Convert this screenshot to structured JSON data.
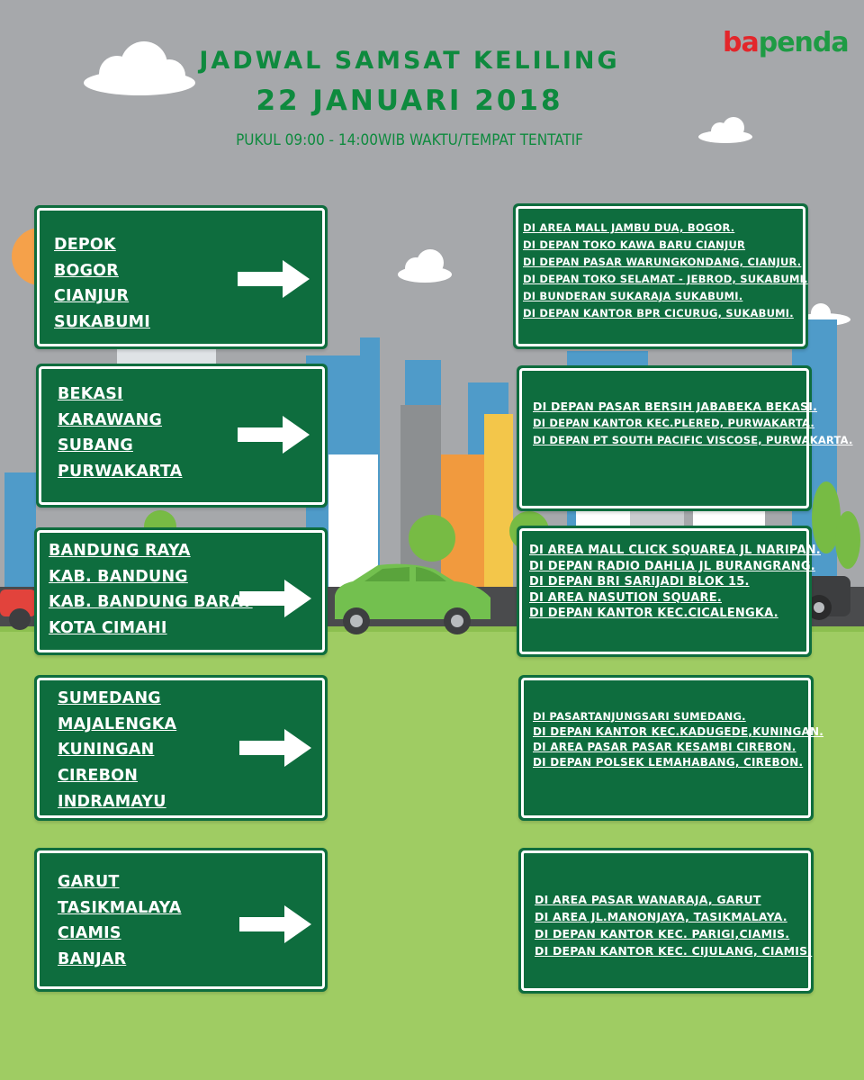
{
  "header": {
    "title_line_1": "JADWAL SAMSAT KELILING",
    "title_line_2": "22 JANUARI 2018",
    "subtitle": "PUKUL 09:00 - 14:00WIB WAKTU/TEMPAT TENTATIF"
  },
  "logo": {
    "part_red": "ba",
    "part_green": "penda"
  },
  "colors": {
    "sign_green": "#0e6d3e",
    "title_green": "#0e8a3e",
    "sky_gray": "#a6a8ab",
    "grass_green": "#9fcc63",
    "logo_red": "#e3262b"
  },
  "groups": [
    {
      "regions": [
        "DEPOK",
        "BOGOR",
        "CIANJUR",
        "SUKABUMI"
      ],
      "locations": [
        "DI AREA MALL JAMBU DUA, BOGOR.",
        "DI DEPAN TOKO KAWA BARU CIANJUR",
        "DI DEPAN PASAR WARUNGKONDANG, CIANJUR.",
        "DI DEPAN TOKO SELAMAT - JEBROD, SUKABUMI.",
        "DI BUNDERAN SUKARAJA SUKABUMI.",
        "DI DEPAN KANTOR BPR CICURUG, SUKABUMI."
      ]
    },
    {
      "regions": [
        "BEKASI",
        "KARAWANG",
        "SUBANG",
        "PURWAKARTA"
      ],
      "locations": [
        "DI DEPAN PASAR BERSIH JABABEKA BEKASI.",
        "DI DEPAN KANTOR KEC.PLERED, PURWAKARTA.",
        "DI DEPAN PT SOUTH PACIFIC VISCOSE, PURWAKARTA."
      ]
    },
    {
      "regions": [
        "BANDUNG RAYA",
        "KAB. BANDUNG",
        "KAB. BANDUNG BARAT",
        "KOTA CIMAHI"
      ],
      "locations": [
        "DI AREA MALL CLICK SQUAREA JL NARIPAN.",
        "DI DEPAN RADIO DAHLIA JL BURANGRANG.",
        "DI DEPAN BRI SARIJADI BLOK 15.",
        "DI AREA NASUTION SQUARE.",
        "DI DEPAN KANTOR KEC.CICALENGKA."
      ]
    },
    {
      "regions": [
        "SUMEDANG",
        "MAJALENGKA",
        "KUNINGAN",
        "CIREBON",
        "INDRAMAYU"
      ],
      "locations": [
        "DI PASARTANJUNGSARI SUMEDANG.",
        "DI DEPAN KANTOR KEC.KADUGEDE,KUNINGAN.",
        "DI AREA PASAR PASAR KESAMBI CIREBON.",
        "DI DEPAN POLSEK LEMAHABANG, CIREBON."
      ]
    },
    {
      "regions": [
        "GARUT",
        "TASIKMALAYA",
        "CIAMIS",
        "BANJAR"
      ],
      "locations": [
        "DI AREA PASAR WANARAJA, GARUT",
        "DI AREA JL.MANONJAYA, TASIKMALAYA.",
        "DI DEPAN KANTOR KEC. PARIGI,CIAMIS.",
        "DI DEPAN KANTOR KEC. CIJULANG, CIAMIS."
      ]
    }
  ]
}
